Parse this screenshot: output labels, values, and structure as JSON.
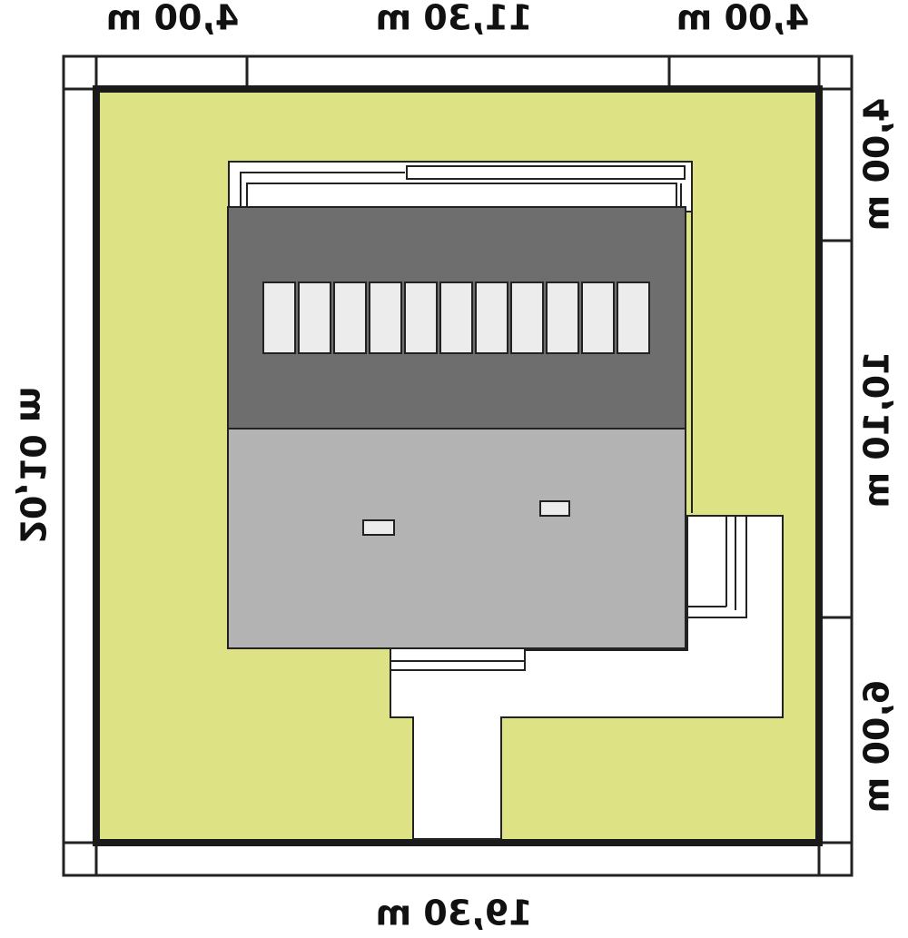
{
  "dimensions": {
    "top_left": "4,00 m",
    "top_middle": "11,30 m",
    "top_right": "4,00 m",
    "bottom": "19,30 m",
    "left": "20,10 m",
    "right_top": "4,00 m",
    "right_middle": "10,10 m",
    "right_bottom": "6,00 m"
  },
  "colors": {
    "lawn": "#dde284",
    "plot_border": "#1a1a1a",
    "roof_dark": "#6e6e6e",
    "roof_light": "#b3b3b3",
    "solar_panel": "#ececec",
    "paving": "#ffffff",
    "outline": "#222222"
  },
  "solar_panel_count": 11
}
